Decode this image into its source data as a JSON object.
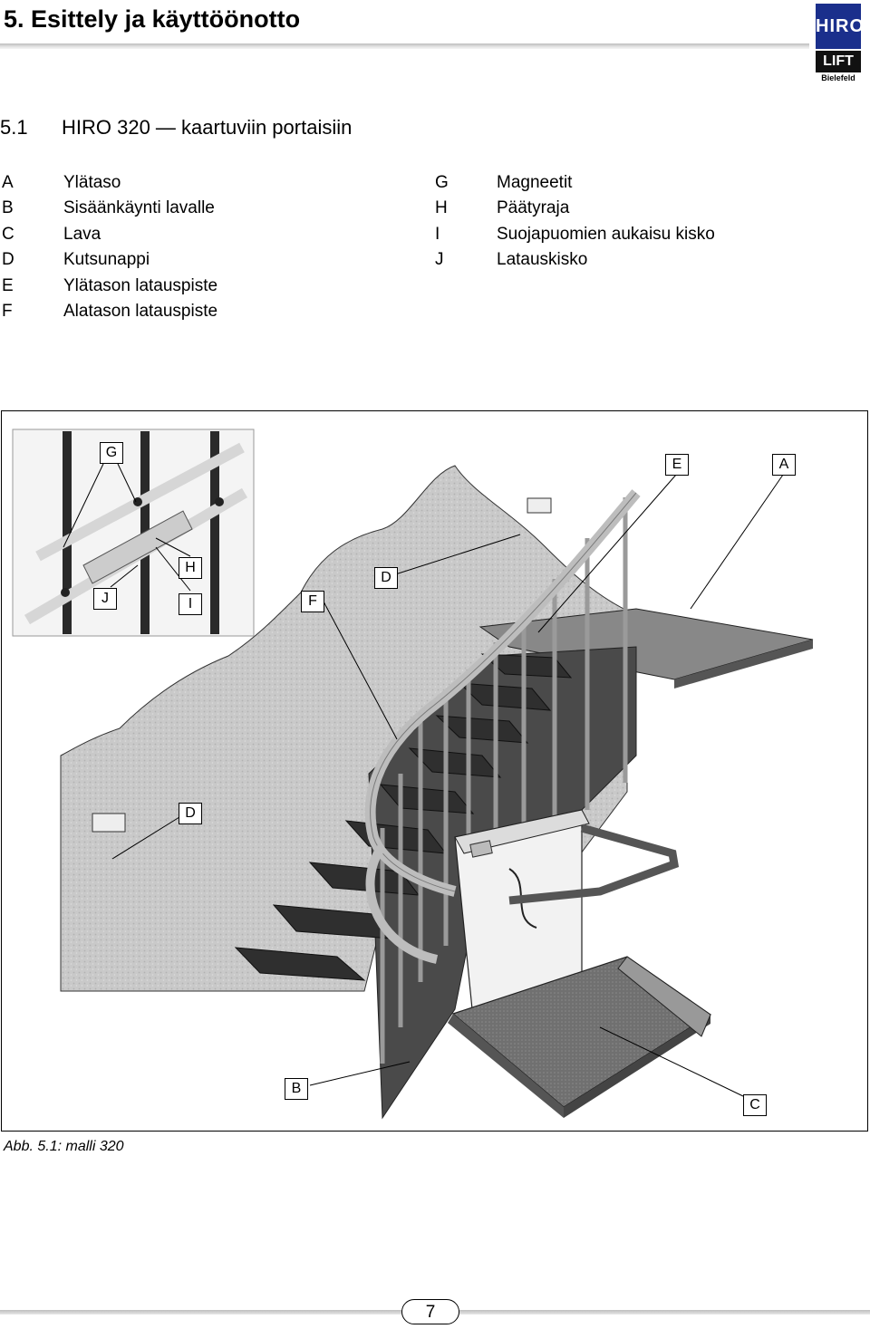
{
  "header": {
    "chapter_title": "5.   Esittely ja käyttöönotto",
    "logo": {
      "brand_top": "HIRO",
      "brand_bottom": "LIFT",
      "city": "Bielefeld"
    }
  },
  "section": {
    "number": "5.1",
    "title": "HIRO 320 — kaartuviin portaisiin"
  },
  "legend": {
    "left": [
      {
        "letter": "A",
        "text": "Ylätaso"
      },
      {
        "letter": "B",
        "text": "Sisäänkäynti lavalle"
      },
      {
        "letter": "C",
        "text": "Lava"
      },
      {
        "letter": "D",
        "text": "Kutsunappi"
      },
      {
        "letter": "E",
        "text": "Ylätason latauspiste"
      },
      {
        "letter": "F",
        "text": "Alatason latauspiste"
      }
    ],
    "right": [
      {
        "letter": "G",
        "text": "Magneetit"
      },
      {
        "letter": "H",
        "text": "Päätyraja"
      },
      {
        "letter": "I",
        "text": "Suojapuomien aukaisu kisko"
      },
      {
        "letter": "J",
        "text": "Latauskisko"
      }
    ]
  },
  "figure": {
    "callouts": {
      "G": "G",
      "E": "E",
      "A": "A",
      "H": "H",
      "D": "D",
      "J": "J",
      "I": "I",
      "F": "F",
      "D2": "D",
      "B": "B",
      "C": "C"
    },
    "caption": "Abb. 5.1: malli 320",
    "colors": {
      "wall": "#c9c9c9",
      "steps": "#3c3c3c",
      "platform": "#6a6a6a",
      "rail": "#d6d6d6"
    }
  },
  "footer": {
    "page_number": "7"
  }
}
